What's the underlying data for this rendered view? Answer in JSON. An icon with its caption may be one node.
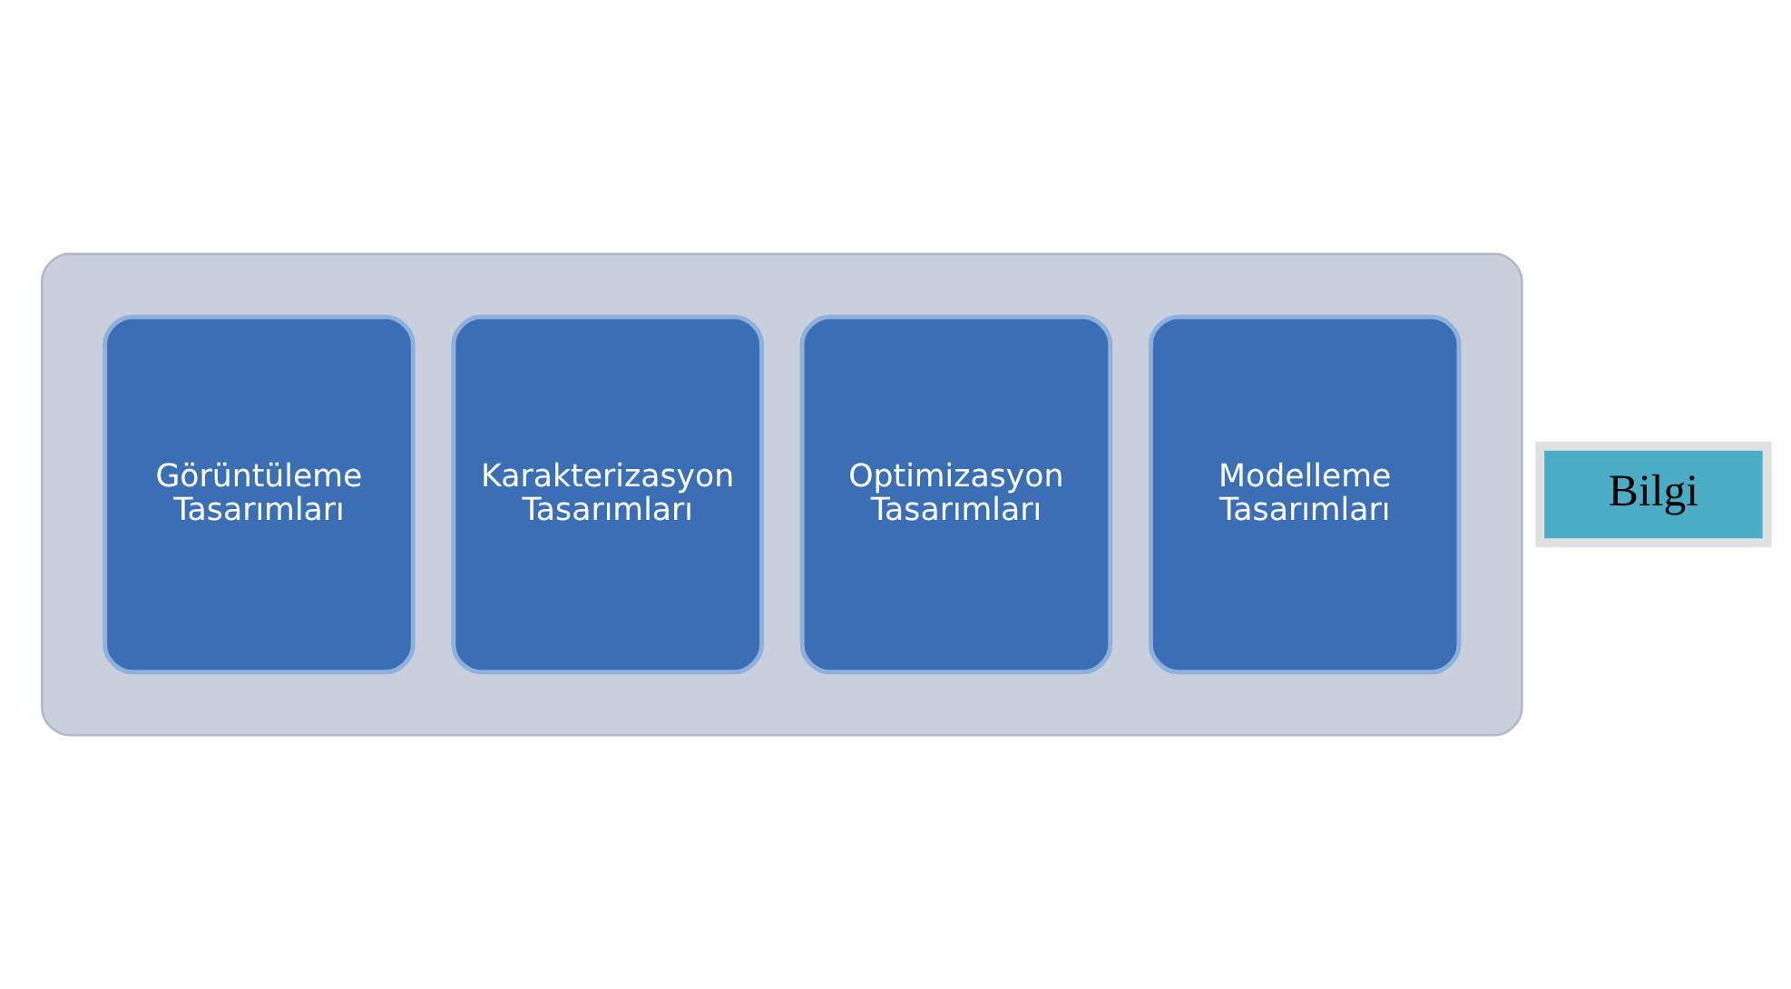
{
  "diagram": {
    "nodes": [
      {
        "text": [],
        "shape": "arrow"
      },
      {
        "text": [
          "Görüntüleme Tasarımları"
        ],
        "in": 0
      },
      {
        "text": [
          "Karakterizasyon Tasarımları"
        ],
        "in": 0
      },
      {
        "text": [
          "Optimizasyon Tasarımları"
        ],
        "in": 0
      },
      {
        "text": [
          "Modelleme Tasarımları"
        ],
        "in": 0
      },
      {
        "text": [
          "Bilgi"
        ]
      }
    ]
  }
}
